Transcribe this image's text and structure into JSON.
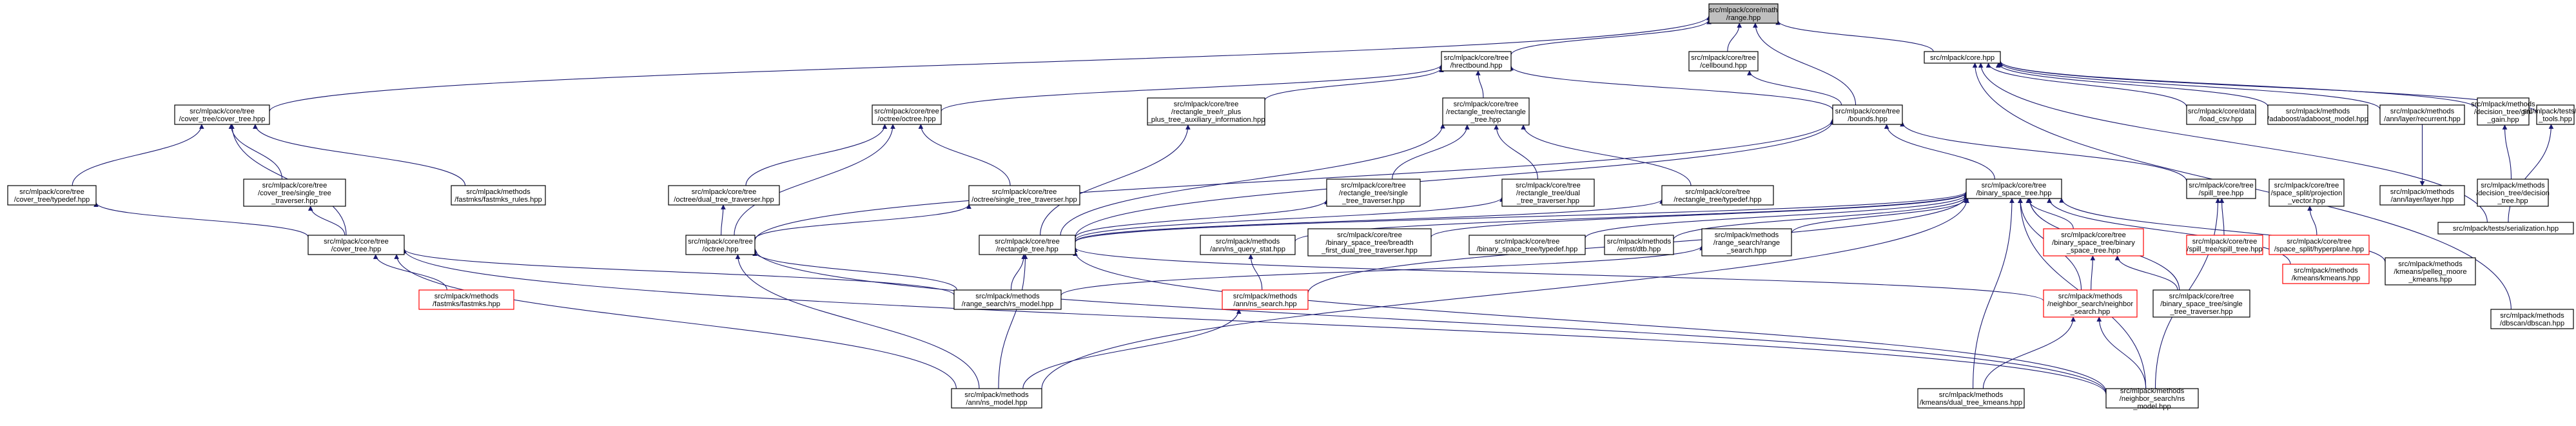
{
  "colors": {
    "edge": "#191970",
    "node_border": "#000000",
    "node_border_red": "#ff0000",
    "node_fill": "#ffffff",
    "root_fill": "#bfbfbf"
  },
  "nodes": {
    "range": {
      "lines": [
        "src/mlpack/core/math",
        "/range.hpp"
      ]
    },
    "hrectbound": {
      "lines": [
        "src/mlpack/core/tree",
        "/hrectbound.hpp"
      ]
    },
    "cellbound": {
      "lines": [
        "src/mlpack/core/tree",
        "/cellbound.hpp"
      ]
    },
    "core": {
      "lines": [
        "src/mlpack/core.hpp"
      ]
    },
    "cover_tree": {
      "lines": [
        "src/mlpack/core/tree",
        "/cover_tree/cover_tree.hpp"
      ]
    },
    "octree_h": {
      "lines": [
        "src/mlpack/core/tree",
        "/octree/octree.hpp"
      ]
    },
    "rplus_aux": {
      "lines": [
        "src/mlpack/core/tree",
        "/rectangle_tree/r_plus",
        "_plus_tree_auxiliary_information.hpp"
      ]
    },
    "rect_tree_h": {
      "lines": [
        "src/mlpack/core/tree",
        "/rectangle_tree/rectangle",
        "_tree.hpp"
      ]
    },
    "bounds": {
      "lines": [
        "src/mlpack/core/tree",
        "/bounds.hpp"
      ]
    },
    "load_csv": {
      "lines": [
        "src/mlpack/core/data",
        "/load_csv.hpp"
      ]
    },
    "adaboost_model": {
      "lines": [
        "src/mlpack/methods",
        "/adaboost/adaboost_model.hpp"
      ]
    },
    "recurrent": {
      "lines": [
        "src/mlpack/methods",
        "/ann/layer/recurrent.hpp"
      ]
    },
    "gini_gain": {
      "lines": [
        "src/mlpack/methods",
        "/decision_tree/gini",
        "_gain.hpp"
      ]
    },
    "test_tools": {
      "lines": [
        "src/mlpack/tests/test",
        "_tools.hpp"
      ]
    },
    "cover_typedef": {
      "lines": [
        "src/mlpack/core/tree",
        "/cover_tree/typedef.hpp"
      ]
    },
    "cover_single": {
      "lines": [
        "src/mlpack/core/tree",
        "/cover_tree/single_tree",
        "_traverser.hpp"
      ]
    },
    "fastmks_rules": {
      "lines": [
        "src/mlpack/methods",
        "/fastmks/fastmks_rules.hpp"
      ]
    },
    "octree_dual": {
      "lines": [
        "src/mlpack/core/tree",
        "/octree/dual_tree_traverser.hpp"
      ]
    },
    "octree_single": {
      "lines": [
        "src/mlpack/core/tree",
        "/octree/single_tree_traverser.hpp"
      ]
    },
    "rect_single": {
      "lines": [
        "src/mlpack/core/tree",
        "/rectangle_tree/single",
        "_tree_traverser.hpp"
      ]
    },
    "rect_dual": {
      "lines": [
        "src/mlpack/core/tree",
        "/rectangle_tree/dual",
        "_tree_traverser.hpp"
      ]
    },
    "rect_typedef": {
      "lines": [
        "src/mlpack/core/tree",
        "/rectangle_tree/typedef.hpp"
      ]
    },
    "binary_space_tree": {
      "lines": [
        "src/mlpack/core/tree",
        "/binary_space_tree.hpp"
      ]
    },
    "spill_tree": {
      "lines": [
        "src/mlpack/core/tree",
        "/spill_tree.hpp"
      ]
    },
    "projection_vector": {
      "lines": [
        "src/mlpack/core/tree",
        "/space_split/projection",
        "_vector.hpp"
      ]
    },
    "layer": {
      "lines": [
        "src/mlpack/methods",
        "/ann/layer/layer.hpp"
      ]
    },
    "decision_tree": {
      "lines": [
        "src/mlpack/methods",
        "/decision_tree/decision",
        "_tree.hpp"
      ]
    },
    "serialization": {
      "lines": [
        "src/mlpack/tests/serialization.hpp"
      ]
    },
    "cover_tree_h": {
      "lines": [
        "src/mlpack/core/tree",
        "/cover_tree.hpp"
      ]
    },
    "octree": {
      "lines": [
        "src/mlpack/core/tree",
        "/octree.hpp"
      ]
    },
    "rectangle_tree": {
      "lines": [
        "src/mlpack/core/tree",
        "/rectangle_tree.hpp"
      ]
    },
    "ns_query_stat": {
      "lines": [
        "src/mlpack/methods",
        "/ann/ns_query_stat.hpp"
      ]
    },
    "breadth_first": {
      "lines": [
        "src/mlpack/core/tree",
        "/binary_space_tree/breadth",
        "_first_dual_tree_traverser.hpp"
      ]
    },
    "bst_typedef": {
      "lines": [
        "src/mlpack/core/tree",
        "/binary_space_tree/typedef.hpp"
      ]
    },
    "dtb": {
      "lines": [
        "src/mlpack/methods",
        "/emst/dtb.hpp"
      ]
    },
    "range_search": {
      "lines": [
        "src/mlpack/methods",
        "/range_search/range",
        "_search.hpp"
      ]
    },
    "bst_bst": {
      "lines": [
        "src/mlpack/core/tree",
        "/binary_space_tree/binary",
        "_space_tree.hpp"
      ]
    },
    "kmeans": {
      "lines": [
        "src/mlpack/methods",
        "/kmeans/kmeans.hpp"
      ]
    },
    "pelleg_moore": {
      "lines": [
        "src/mlpack/methods",
        "/kmeans/pelleg_moore",
        "_kmeans.hpp"
      ]
    },
    "spill_spill": {
      "lines": [
        "src/mlpack/core/tree",
        "/spill_tree/spill_tree.hpp"
      ]
    },
    "hyperplane": {
      "lines": [
        "src/mlpack/core/tree",
        "/space_split/hyperplane.hpp"
      ]
    },
    "fastmks": {
      "lines": [
        "src/mlpack/methods",
        "/fastmks/fastmks.hpp"
      ]
    },
    "rs_model": {
      "lines": [
        "src/mlpack/methods",
        "/range_search/rs_model.hpp"
      ]
    },
    "ns_search": {
      "lines": [
        "src/mlpack/methods",
        "/ann/ns_search.hpp"
      ]
    },
    "neighbor_search": {
      "lines": [
        "src/mlpack/methods",
        "/neighbor_search/neighbor",
        "_search.hpp"
      ]
    },
    "bst_single": {
      "lines": [
        "src/mlpack/core/tree",
        "/binary_space_tree/single",
        "_tree_traverser.hpp"
      ]
    },
    "dbscan": {
      "lines": [
        "src/mlpack/methods",
        "/dbscan/dbscan.hpp"
      ]
    },
    "ann_ns_model": {
      "lines": [
        "src/mlpack/methods",
        "/ann/ns_model.hpp"
      ]
    },
    "dual_tree_kmeans": {
      "lines": [
        "src/mlpack/methods",
        "/kmeans/dual_tree_kmeans.hpp"
      ]
    },
    "nbs_ns_model": {
      "lines": [
        "src/mlpack/methods",
        "/neighbor_search/ns",
        "_model.hpp"
      ]
    }
  }
}
